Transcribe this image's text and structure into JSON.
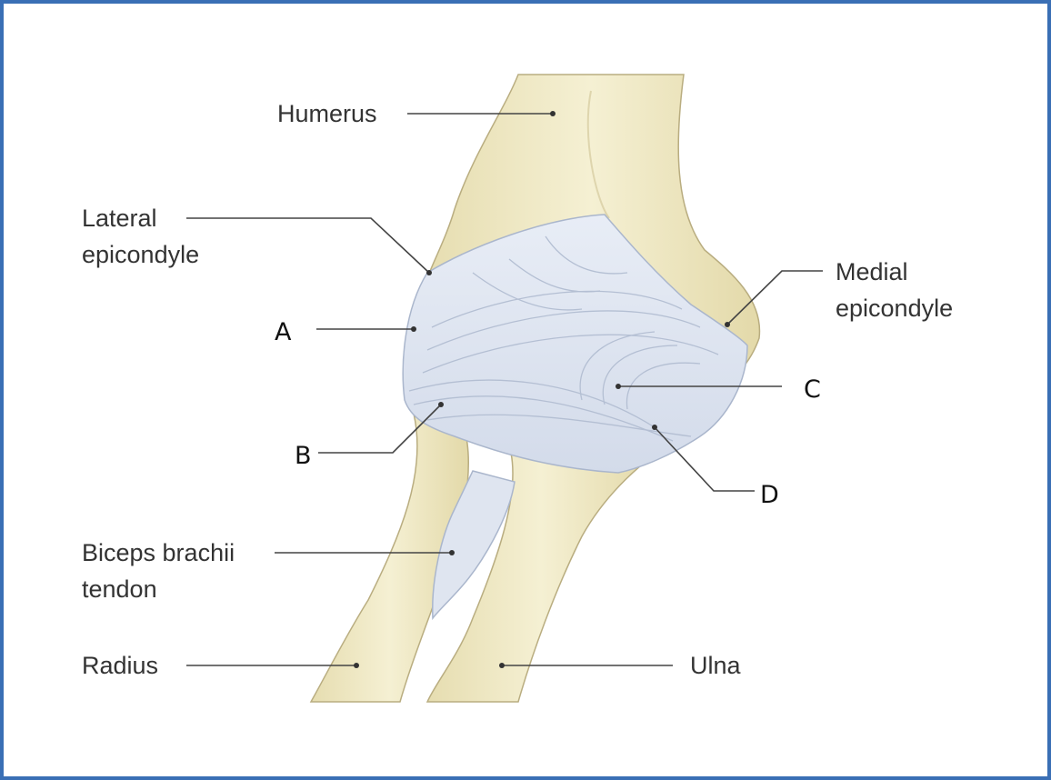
{
  "labels": {
    "humerus": "Humerus",
    "lateral_epicondyle": [
      "Lateral",
      "epicondyle"
    ],
    "medial_epicondyle": [
      "Medial",
      "epicondyle"
    ],
    "biceps_tendon": [
      "Biceps brachii",
      "tendon"
    ],
    "radius": "Radius",
    "ulna": "Ulna"
  },
  "letters": {
    "a": "A",
    "b": "B",
    "c": "C",
    "d": "D"
  },
  "colors": {
    "border": "#3a6fb5",
    "bone": "#f1ebc6",
    "bone_outline": "#b9ad80",
    "ligament": "#dfe5f0",
    "ligament_line": "#b4bfd3",
    "leader": "#444444"
  }
}
